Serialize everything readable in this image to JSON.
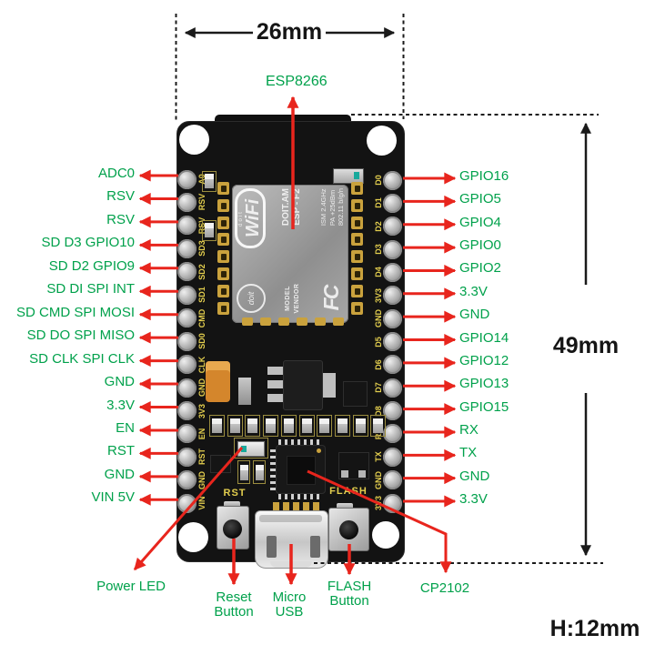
{
  "dimensions": {
    "width": "26mm",
    "height": "49mm",
    "thickness": "H:12mm"
  },
  "chip_callout": "ESP8266",
  "left_pins": [
    "ADC0",
    "RSV",
    "RSV",
    "SD D3 GPIO10",
    "SD D2 GPIO9",
    "SD DI SPI INT",
    "SD CMD SPI MOSI",
    "SD DO SPI MISO",
    "SD CLK SPI CLK",
    "GND",
    "3.3V",
    "EN",
    "RST",
    "GND",
    "VIN 5V"
  ],
  "left_silk": [
    "A0",
    "RSV",
    "RSV",
    "SD3",
    "SD2",
    "SD1",
    "CMD",
    "SD0",
    "CLK",
    "GND",
    "3V3",
    "EN",
    "RST",
    "GND",
    "VIN"
  ],
  "right_pins": [
    "GPIO16",
    "GPIO5",
    "GPIO4",
    "GPIO0",
    "GPIO2",
    "3.3V",
    "GND",
    "GPIO14",
    "GPIO12",
    "GPIO13",
    "GPIO15",
    "RX",
    "TX",
    "GND",
    "3.3V"
  ],
  "right_silk": [
    "D0",
    "D1",
    "D2",
    "D3",
    "D4",
    "3V3",
    "GND",
    "D5",
    "D6",
    "D7",
    "D8",
    "RX",
    "TX",
    "GND",
    "3V3"
  ],
  "board_silk": {
    "rst": "RST",
    "flash": "FLASH"
  },
  "module_shield": {
    "doit": "doit",
    "wifi": "WiFi",
    "line1": "DOIT.AM",
    "line2": "ESP - F2",
    "line3": "ISM 2.4GHz",
    "line4": "PA +25dBm",
    "line5": "802.11 b/g/n",
    "model": "MODEL",
    "vendor": "VENDOR",
    "fcc": "FC"
  },
  "callouts": {
    "power_led": "Power LED",
    "reset_line1": "Reset",
    "reset_line2": "Button",
    "usb_line1": "Micro",
    "usb_line2": "USB",
    "flash_line1": "FLASH",
    "flash_line2": "Button",
    "cp2102": "CP2102"
  },
  "colors": {
    "label_green": "#00A14B",
    "arrow_red": "#E8251D",
    "silk_yellow": "#E3CE4E",
    "antenna_gold": "#C9A33B",
    "dim_black": "#1a1a1a"
  }
}
